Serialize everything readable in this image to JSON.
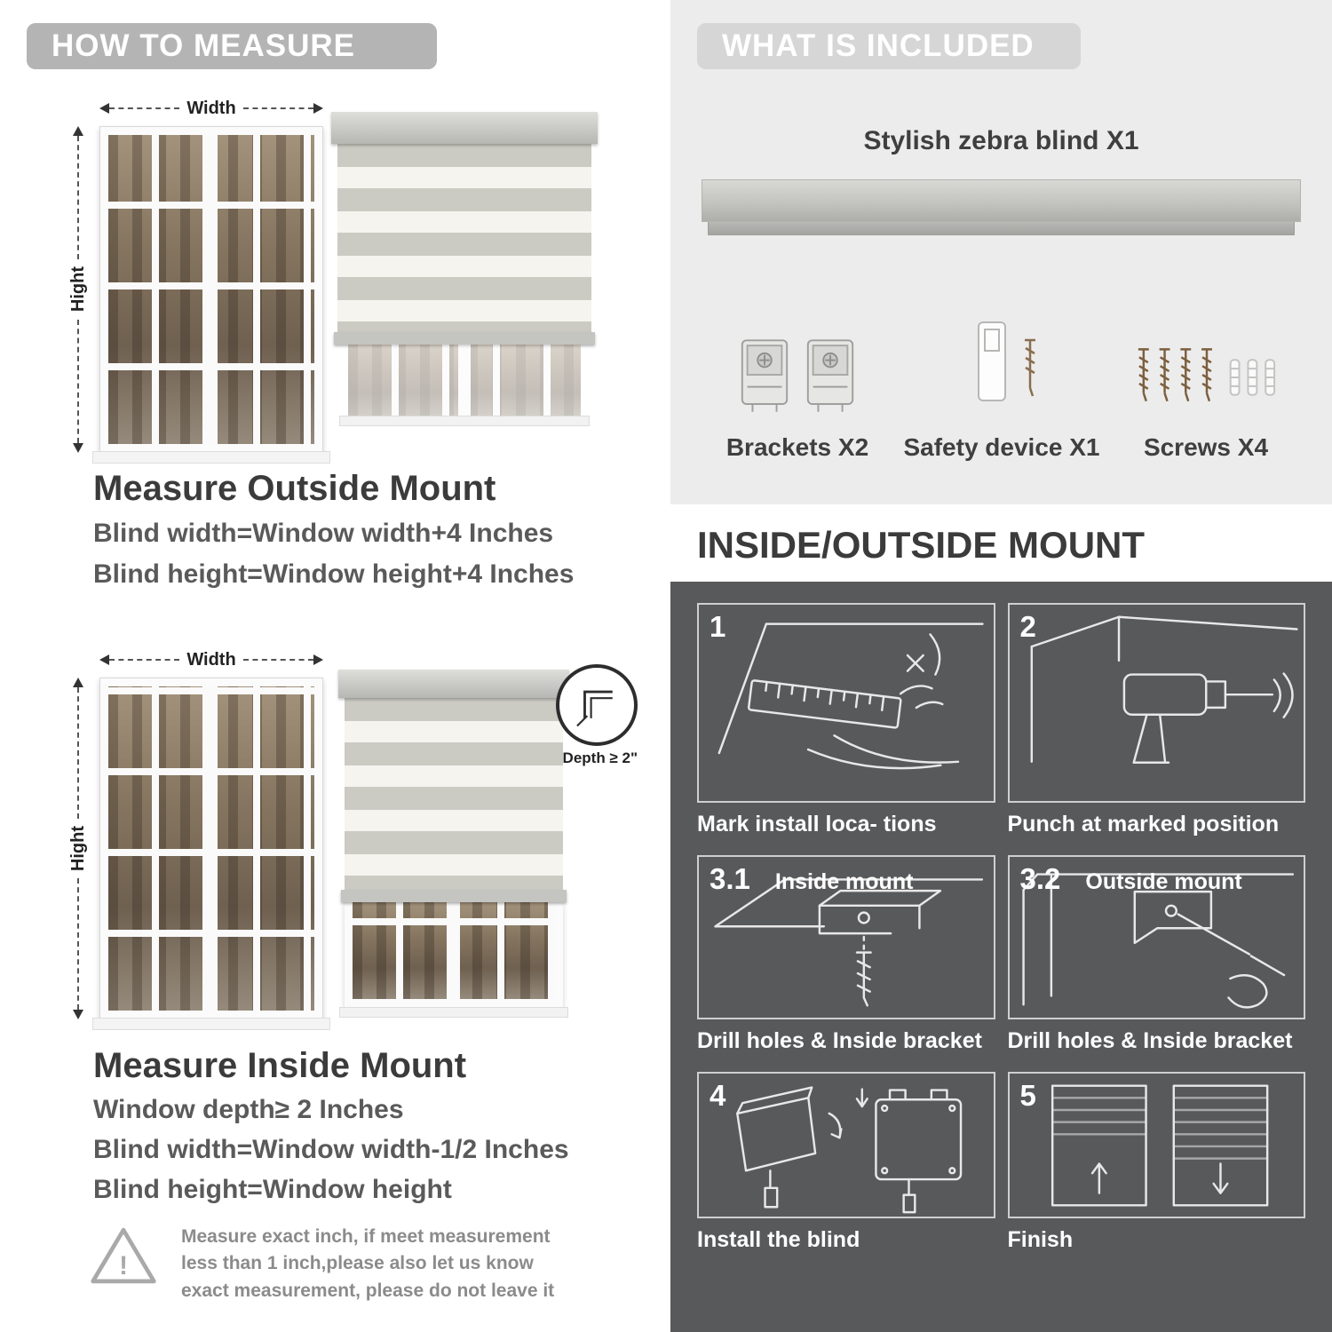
{
  "colors": {
    "banner_gray": "#b4b4b4",
    "included_banner_gray": "#d6d6d6",
    "included_bg": "#ececec",
    "dark_panel": "#58595b",
    "heading_text": "#3b3b3b",
    "body_text": "#5a5a5a",
    "blind_stripe_gray": "#cbcac3",
    "blind_stripe_white": "#f5f4ef"
  },
  "measure": {
    "banner": "HOW TO MEASURE",
    "outside": {
      "width_label": "Width",
      "height_label": "Hight",
      "heading": "Measure Outside Mount",
      "lines": [
        "Blind width=Window width+4 Inches",
        "Blind height=Window height+4 Inches"
      ]
    },
    "inside": {
      "width_label": "Width",
      "height_label": "Hight",
      "depth_note": "Depth ≥ 2\"",
      "heading": "Measure Inside Mount",
      "lines": [
        "Window depth≥ 2 Inches",
        "Blind width=Window width-1/2 Inches",
        "Blind height=Window height"
      ]
    },
    "warning": {
      "mark": "!",
      "text": "Measure exact inch, if meet measurement less than 1 inch,please also let us know exact measurement, please do not leave it"
    }
  },
  "included": {
    "banner": "WHAT IS INCLUDED",
    "product_label": "Stylish zebra blind X1",
    "items": [
      {
        "label": "Brackets X2"
      },
      {
        "label": "Safety device X1"
      },
      {
        "label": "Screws X4"
      }
    ]
  },
  "mount": {
    "heading": "INSIDE/OUTSIDE MOUNT",
    "steps": [
      {
        "num": "1",
        "tag": "",
        "caption": "Mark install loca- tions"
      },
      {
        "num": "2",
        "tag": "",
        "caption": "Punch at  marked position"
      },
      {
        "num": "3.1",
        "tag": "Inside mount",
        "caption": "Drill holes &  Inside bracket"
      },
      {
        "num": "3.2",
        "tag": "Outside mount",
        "caption": "Drill holes &  Inside bracket"
      },
      {
        "num": "4",
        "tag": "",
        "caption": "Install the blind"
      },
      {
        "num": "5",
        "tag": "",
        "caption": "Finish"
      }
    ]
  }
}
